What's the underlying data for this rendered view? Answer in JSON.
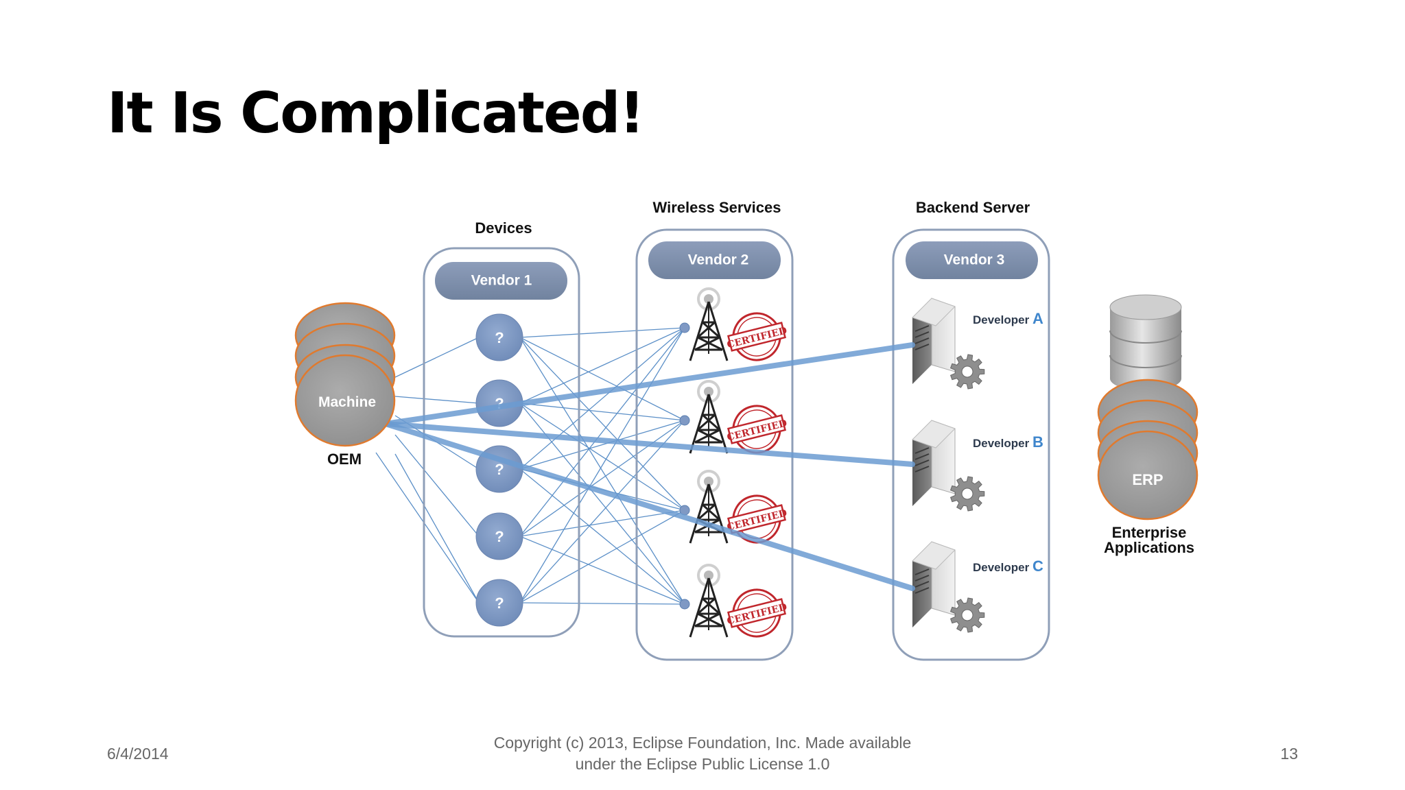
{
  "slide": {
    "title": "It Is Complicated!",
    "date": "6/4/2014",
    "copyright_line1": "Copyright (c) 2013, Eclipse Foundation, Inc. Made available",
    "copyright_line2": "under the Eclipse Public License 1.0",
    "page_number": "13"
  },
  "diagram": {
    "oem": {
      "machine_label": "Machine",
      "caption": "OEM"
    },
    "devices": {
      "heading": "Devices",
      "vendor": "Vendor 1",
      "device_label": "?"
    },
    "wireless": {
      "heading": "Wireless Services",
      "vendor": "Vendor 2",
      "stamp": "CERTIFIED"
    },
    "backend": {
      "heading": "Backend Server",
      "vendor": "Vendor 3",
      "developer_prefix": "Developer",
      "developers": [
        "A",
        "B",
        "C"
      ]
    },
    "enterprise": {
      "erp_label": "ERP",
      "caption_line1": "Enterprise",
      "caption_line2": "Applications"
    },
    "colors": {
      "thin_link": "#5b8fc7",
      "thick_link": "#6b9bd1",
      "box_stroke": "#8f9fb8",
      "vendor_pill": "#7e8fae",
      "device_node": "#7f99c4",
      "oem_fill": "#9c9c9c",
      "oem_stroke": "#e07a2e",
      "stamp": "#c0262c",
      "accent_letter": "#3f86cc"
    },
    "icons": [
      "cell-tower-icon",
      "certified-stamp-icon",
      "server-gear-icon",
      "database-icon"
    ]
  }
}
